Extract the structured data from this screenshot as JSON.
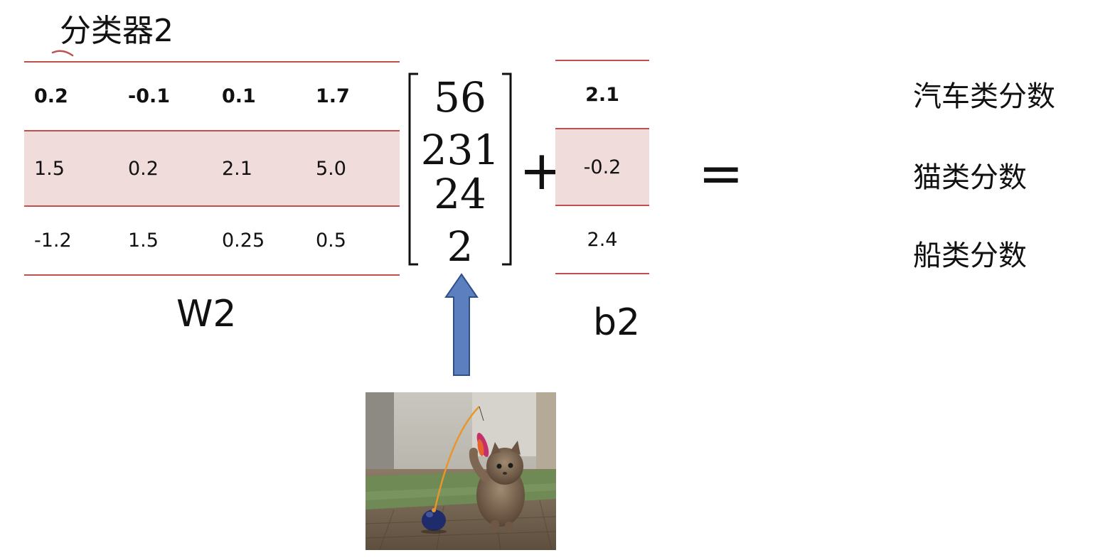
{
  "title": "分类器2",
  "weights": {
    "label": "W2",
    "rows": [
      [
        "0.2",
        "-0.1",
        "0.1",
        "1.7"
      ],
      [
        "1.5",
        "0.2",
        "2.1",
        "5.0"
      ],
      [
        "-1.2",
        "1.5",
        "0.25",
        "0.5"
      ]
    ]
  },
  "input_vector": [
    "56",
    "231",
    "24",
    "2"
  ],
  "operators": {
    "plus": "+",
    "equals": "="
  },
  "bias": {
    "label": "b2",
    "values": [
      "2.1",
      "-0.2",
      "2.4"
    ]
  },
  "scores": [
    "汽车类分数",
    "猫类分数",
    "船类分数"
  ],
  "colors": {
    "rule": "#c0504d",
    "highlight_row": "#f0dcdb",
    "arrow_fill": "#5b7fbf",
    "arrow_stroke": "#2f4f8a"
  },
  "image": {
    "subject": "kitten-playing-with-feather-toy"
  }
}
